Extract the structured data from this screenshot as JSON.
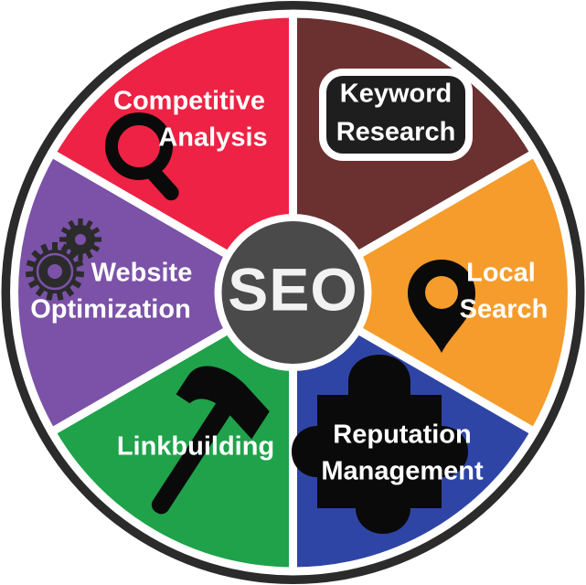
{
  "diagram": {
    "title": "SEO",
    "type": "six-segment-wheel",
    "hub": {
      "label": "SEO",
      "fill_color": "#4a4a4a",
      "text_color": "#f2f2f2",
      "ring_color": "#ffffff"
    },
    "outer_ring_color": "#2b2b2b",
    "gap_color": "#ffffff",
    "background_color": "#ffffff",
    "segments": [
      {
        "id": "keyword-research",
        "label_line1": "Keyword",
        "label_line2": "Research",
        "color": "#6b3030",
        "icon": "rounded-plate",
        "has_plate": true,
        "plate_fill": "#1e1e1e",
        "plate_stroke": "#ffffff",
        "start_angle": 0,
        "end_angle": 60
      },
      {
        "id": "local-search",
        "label_line1": "Local",
        "label_line2": "Search",
        "color": "#f59c2c",
        "icon": "map-pin-icon",
        "has_plate": false,
        "start_angle": 60,
        "end_angle": 120
      },
      {
        "id": "reputation-management",
        "label_line1": "Reputation",
        "label_line2": "Management",
        "color": "#2f45a5",
        "icon": "puzzle-piece-icon",
        "has_plate": false,
        "start_angle": 120,
        "end_angle": 180
      },
      {
        "id": "linkbuilding",
        "label_line1": "Linkbuilding",
        "label_line2": "",
        "color": "#1fa24a",
        "icon": "hammer-icon",
        "has_plate": false,
        "start_angle": 180,
        "end_angle": 240
      },
      {
        "id": "website-optimization",
        "label_line1": "Website",
        "label_line2": "Optimization",
        "color": "#7b52a8",
        "icon": "gears-icon",
        "has_plate": false,
        "start_angle": 240,
        "end_angle": 300
      },
      {
        "id": "competitive-analysis",
        "label_line1": "Competitive",
        "label_line2": "Analysis",
        "color": "#ee2244",
        "icon": "magnifier-icon",
        "has_plate": false,
        "start_angle": 300,
        "end_angle": 360
      }
    ]
  }
}
